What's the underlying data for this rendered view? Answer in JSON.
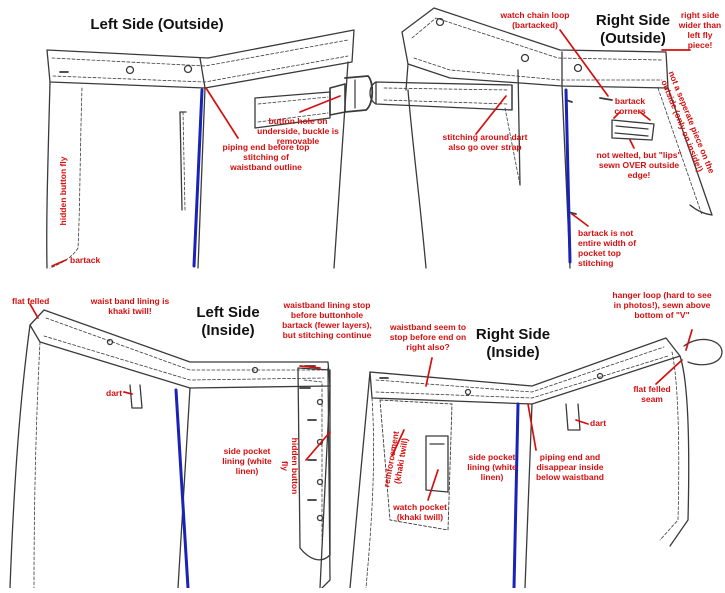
{
  "colors": {
    "ink": "#3a3a3a",
    "annotation": "#d40f0f",
    "piping": "#1a23b8"
  },
  "panels": {
    "top_left": {
      "title": "Left Side (Outside)"
    },
    "top_right": {
      "title_line1": "Right Side",
      "title_line2": "(Outside)"
    },
    "bottom_left": {
      "title_line1": "Left Side",
      "title_line2": "(Inside)"
    },
    "bottom_right": {
      "title_line1": "Right Side",
      "title_line2": "(Inside)"
    }
  },
  "annotations": {
    "hidden_button_fly_top": "hidden button fly",
    "bartack_top": "bartack",
    "piping_end": "piping end before top stitching of waistband outline",
    "button_hole": "button hole on underside, buckle is removable",
    "stitching_dart": "stitching around dart also go over strap",
    "watch_chain_loop": "watch chain loop (bartacked)",
    "bartack_corners": "bartack corners",
    "not_welted": "not welted, but \"lips\" sewn OVER outside edge!",
    "bartack_not_entire": "bartack is not entire width of pocket top stitching",
    "right_side_wider": "right side wider than left fly piece!",
    "separate_piece": "not a seperate piece on the outside (only on inside!)",
    "flat_felled_left": "flat felled",
    "waistband_lining": "waist band lining is khaki twill!",
    "dart_left": "dart",
    "side_pocket_left": "side pocket lining (white linen)",
    "lining_stop": "waistband lining stop before buttonhole bartack (fewer layers), but stitching continue",
    "hidden_button_fly_inside": "hidden button fly",
    "waistband_seem": "waistband seem to stop before end on right also?",
    "reinforcement": "reinforcement (khaki twill)",
    "watch_pocket": "watch pocket (khaki twill)",
    "side_pocket_right": "side pocket lining (white linen)",
    "piping_disappear": "piping end and disappear inside below waistband",
    "dart_right": "dart",
    "hanger_loop": "hanger loop (hard to see in photos!), sewn above bottom of \"V\"",
    "flat_felled_seam": "flat felled seam"
  }
}
